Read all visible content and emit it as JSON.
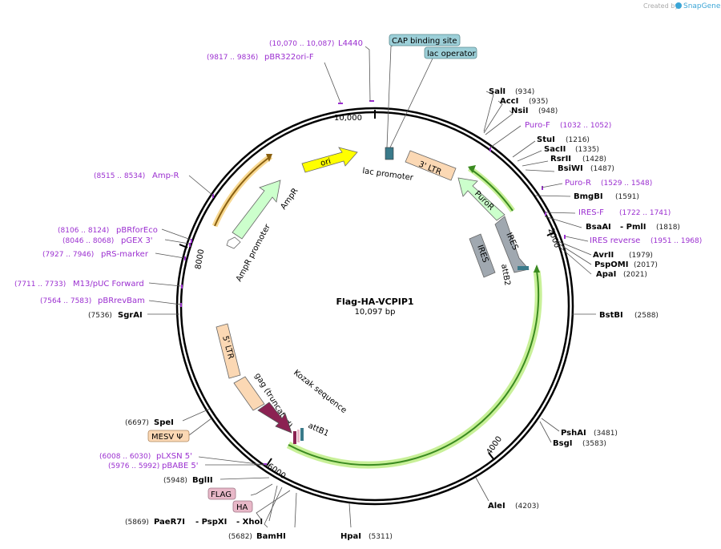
{
  "watermark": "Created by",
  "brand": "SnapGene",
  "plasmid": {
    "name": "Flag-HA-VCPIP1",
    "length_label": "10,097 bp"
  },
  "ticks": [
    "10,000",
    "2000",
    "4000",
    "6000",
    "8000"
  ],
  "enzymes_right": [
    {
      "name": "SalI",
      "pos": "(934)"
    },
    {
      "name": "AccI",
      "pos": "(935)"
    },
    {
      "name": "NsiI",
      "pos": "(948)"
    },
    {
      "name": "StuI",
      "pos": "(1216)"
    },
    {
      "name": "SacII",
      "pos": "(1335)"
    },
    {
      "name": "RsrII",
      "pos": "(1428)"
    },
    {
      "name": "BsiWI",
      "pos": "(1487)"
    },
    {
      "name": "BmgBI",
      "pos": "(1591)"
    },
    {
      "name": "BsaAI",
      "pos": ""
    },
    {
      "name": "- PmlI",
      "pos": "(1818)"
    },
    {
      "name": "AvrII",
      "pos": "(1979)"
    },
    {
      "name": "PspOMI",
      "pos": "(2017)"
    },
    {
      "name": "ApaI",
      "pos": "(2021)"
    },
    {
      "name": "BstBI",
      "pos": "(2588)"
    },
    {
      "name": "PshAI",
      "pos": "(3481)"
    },
    {
      "name": "BsgI",
      "pos": "(3583)"
    },
    {
      "name": "AleI",
      "pos": "(4203)"
    }
  ],
  "enzymes_bottom": [
    {
      "name": "HpaI",
      "pos": "(5311)"
    },
    {
      "name": "BamHI",
      "pos": "(5682)"
    },
    {
      "name": "PaeR7I",
      "pos": "(5869)"
    },
    {
      "name": "- PspXI",
      "pos": ""
    },
    {
      "name": "- XhoI",
      "pos": ""
    }
  ],
  "enzymes_left": [
    {
      "name": "BglII",
      "pos": "(5948)"
    },
    {
      "name": "SpeI",
      "pos": "(6697)"
    },
    {
      "name": "SgrAI",
      "pos": "(7536)"
    }
  ],
  "primers": [
    {
      "name": "L4440",
      "pos": "(10,070 .. 10,087)"
    },
    {
      "name": "pBR322ori-F",
      "pos": "(9817 .. 9836)"
    },
    {
      "name": "Puro-F",
      "pos": "(1032 .. 1052)"
    },
    {
      "name": "Puro-R",
      "pos": "(1529 .. 1548)"
    },
    {
      "name": "IRES-F",
      "pos": "(1722 .. 1741)"
    },
    {
      "name": "IRES reverse",
      "pos": "(1951 .. 1968)"
    },
    {
      "name": "Amp-R",
      "pos": "(8515 .. 8534)"
    },
    {
      "name": "pBRforEco",
      "pos": "(8106 .. 8124)"
    },
    {
      "name": "pGEX 3'",
      "pos": "(8046 .. 8068)"
    },
    {
      "name": "pRS-marker",
      "pos": "(7927 .. 7946)"
    },
    {
      "name": "M13/pUC Forward",
      "pos": "(7711 .. 7733)"
    },
    {
      "name": "pBRrevBam",
      "pos": "(7564 .. 7583)"
    },
    {
      "name": "pLXSN 5'",
      "pos": "(6008 .. 6030)"
    },
    {
      "name": "pBABE 5'",
      "pos": "(5976 .. 5992)"
    }
  ],
  "boxed_features": [
    {
      "name": "CAP binding site",
      "color": "#9ccfd8"
    },
    {
      "name": "lac operator",
      "color": "#9ccfd8"
    },
    {
      "name": "MESV Ψ",
      "color": "#fbd8b4"
    },
    {
      "name": "FLAG",
      "color": "#e8b8c8"
    },
    {
      "name": "HA",
      "color": "#e8b8c8"
    }
  ],
  "features": {
    "ori": "ori",
    "ampr": "AmpR",
    "ampr_promoter": "AmpR promoter",
    "lac_promoter": "lac promoter",
    "ltr3": "3' LTR",
    "puror": "PuroR",
    "ires1": "IRES",
    "ires2": "IRES",
    "attb2": "attB2",
    "ltr5": "5' LTR",
    "gag": "gag (truncated)",
    "kozak": "Kozak sequence",
    "attb1": "attB1"
  },
  "colors": {
    "ori": "#ffff00",
    "ampr": "#ccffcc",
    "ltr": "#fbd8b4",
    "ires": "#a0a8b0",
    "gag": "#fbd8b4",
    "kozak": "#8b2252",
    "orf": "#a8e070",
    "primer": "#9b2fd0",
    "brand": "#3aa5d6"
  }
}
